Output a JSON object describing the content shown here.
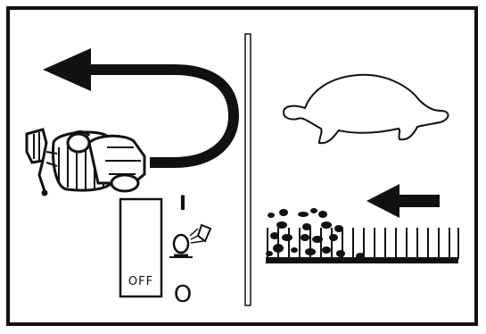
{
  "switch_panel": {
    "off_label": "OFF",
    "on_symbol": "I",
    "off_symbol": "O"
  },
  "icons": {
    "left": [
      "tractor-icon",
      "turn-arrow-icon",
      "switch-icon",
      "spray-nozzle-icon"
    ],
    "right": [
      "turtle-icon",
      "direction-arrow-icon",
      "plants-row-icon"
    ]
  }
}
